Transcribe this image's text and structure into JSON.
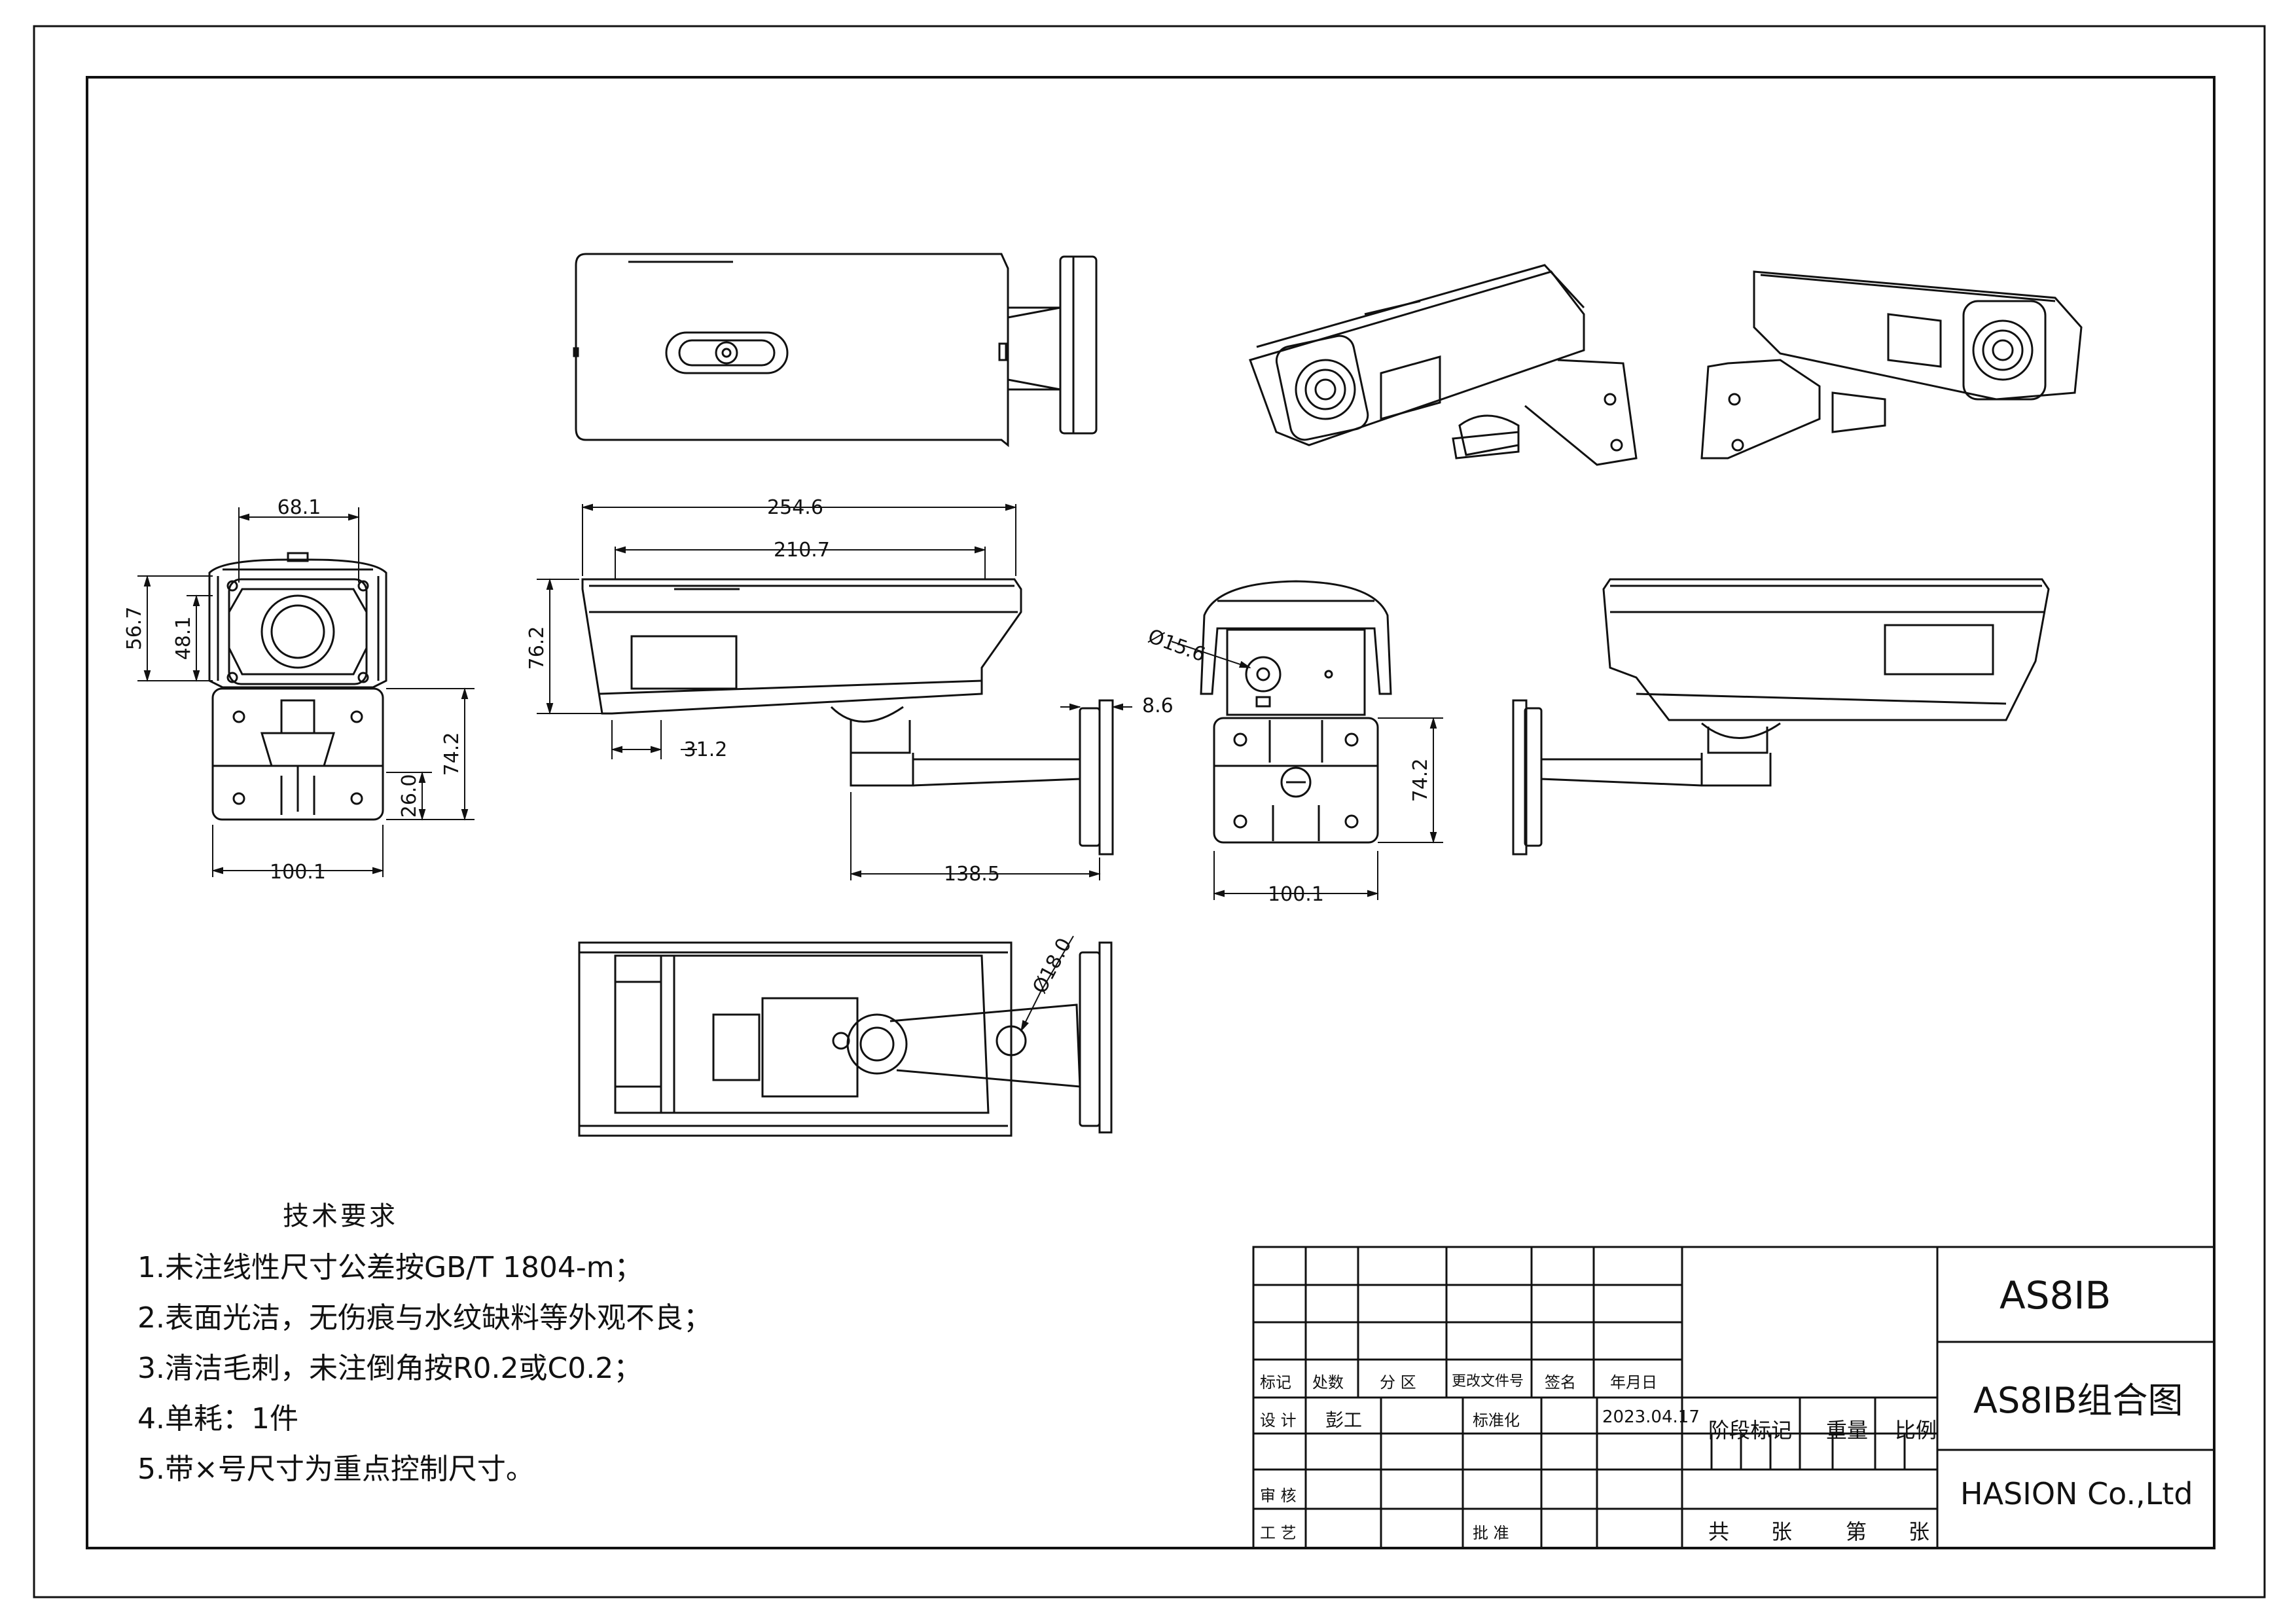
{
  "drawing": {
    "dimensions": {
      "front_width_top": "68.1",
      "front_height_outer": "56.7",
      "front_height_inner": "48.1",
      "front_bracket_height": "26.0",
      "front_total_height": "74.2",
      "front_base_width": "100.1",
      "side_total_length": "254.6",
      "side_body_length": "210.7",
      "side_height": "76.2",
      "side_front_offset": "31.2",
      "side_plate_thickness": "8.6",
      "side_arm_length": "138.5",
      "rear_hole_dia": "Ø15.6",
      "rear_base_height": "74.2",
      "rear_base_width": "100.1",
      "bottom_hole_dia": "Ø18.0"
    }
  },
  "notes": {
    "title": "技术要求",
    "items": [
      "1.未注线性尺寸公差按GB/T 1804-m；",
      "2.表面光洁，无伤痕与水纹缺料等外观不良；",
      "3.清洁毛刺，未注倒角按R0.2或C0.2；",
      "4.单耗：1件",
      "5.带×号尺寸为重点控制尺寸。"
    ]
  },
  "title_block": {
    "part_no": "AS8IB",
    "drawing_name": "AS8IB组合图",
    "company": "HASION Co.,Ltd",
    "hdr_mark": "标记",
    "hdr_count": "处数",
    "hdr_zone": "分 区",
    "hdr_change_doc": "更改文件号",
    "hdr_sign": "签名",
    "hdr_date": "年月日",
    "design_label": "设 计",
    "designer": "彭工",
    "standard_label": "标准化",
    "date": "2023.04.17",
    "stage_mark": "阶段标记",
    "weight": "重量",
    "scale": "比例",
    "review_label": "审 核",
    "process_label": "工 艺",
    "approve_label": "批 准",
    "total_sheets": "共　　张",
    "sheet_no": "第　　张"
  }
}
